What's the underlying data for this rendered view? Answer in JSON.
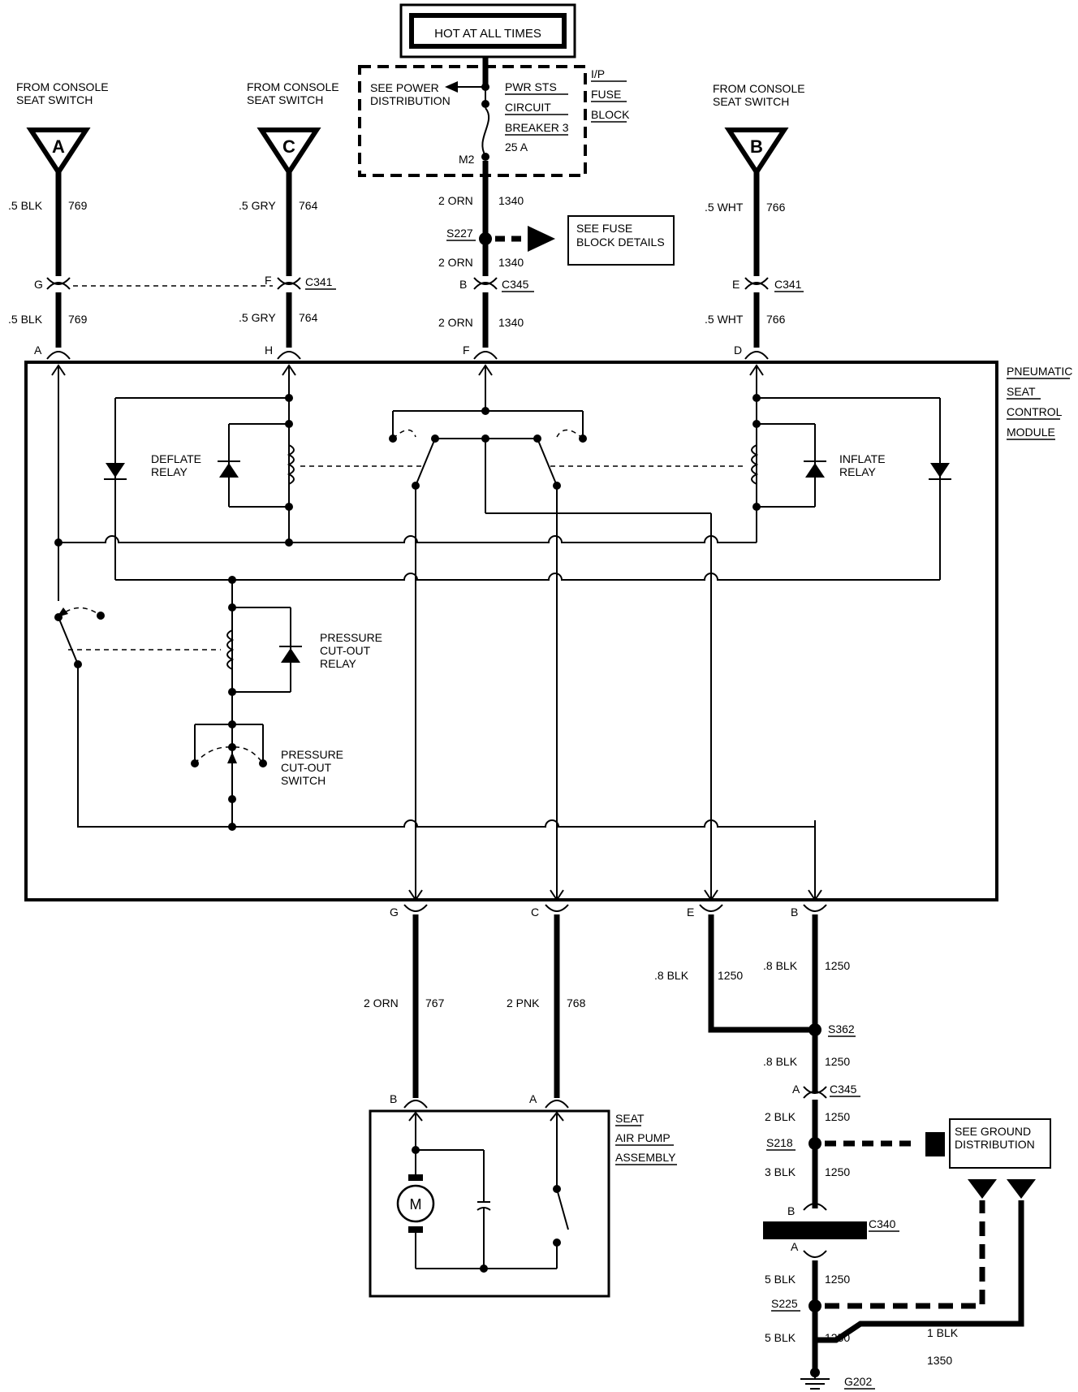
{
  "top": {
    "hot_label": "HOT AT ALL TIMES"
  },
  "fuse_block": {
    "see_power": [
      "SEE POWER",
      "DISTRIBUTION"
    ],
    "breaker": [
      "PWR STS",
      "CIRCUIT",
      "BREAKER 3",
      "25 A"
    ],
    "terminal": "M2",
    "block_label": [
      "I/P",
      "FUSE",
      "BLOCK"
    ]
  },
  "inputs": {
    "a": {
      "from": [
        "FROM CONSOLE",
        "SEAT SWITCH"
      ],
      "letter": "A",
      "wire_top": ".5 BLK",
      "circuit_top": "769",
      "conn_pin": "G",
      "wire_bot": ".5 BLK",
      "circuit_bot": "769",
      "module_pin": "A"
    },
    "c": {
      "from": [
        "FROM CONSOLE",
        "SEAT SWITCH"
      ],
      "letter": "C",
      "wire_top": ".5 GRY",
      "circuit_top": "764",
      "conn_pin": "F",
      "conn_name": "C341",
      "wire_bot": ".5 GRY",
      "circuit_bot": "764",
      "module_pin": "H"
    },
    "b": {
      "from": [
        "FROM CONSOLE",
        "SEAT SWITCH"
      ],
      "letter": "B",
      "wire_top": ".5 WHT",
      "circuit_top": "766",
      "conn_pin": "E",
      "conn_name": "C341",
      "wire_bot": ".5 WHT",
      "circuit_bot": "766",
      "module_pin": "D"
    }
  },
  "power_feed": {
    "wire1": "2 ORN",
    "circuit1": "1340",
    "splice": "S227",
    "see_fuse": [
      "SEE FUSE",
      "BLOCK DETAILS"
    ],
    "wire2": "2 ORN",
    "circuit2": "1340",
    "conn_pin": "B",
    "conn_name": "C345",
    "wire3": "2 ORN",
    "circuit3": "1340",
    "module_pin": "F"
  },
  "module": {
    "name": [
      "PNEUMATIC",
      "SEAT",
      "CONTROL",
      "MODULE"
    ],
    "deflate_relay": [
      "DEFLATE",
      "RELAY"
    ],
    "inflate_relay": [
      "INFLATE",
      "RELAY"
    ],
    "pressure_relay": [
      "PRESSURE",
      "CUT-OUT",
      "RELAY"
    ],
    "pressure_switch": [
      "PRESSURE",
      "CUT-OUT",
      "SWITCH"
    ]
  },
  "outputs": {
    "g": {
      "pin": "G",
      "wire": "2 ORN",
      "circuit": "767",
      "pump_pin": "B"
    },
    "c": {
      "pin": "C",
      "wire": "2 PNK",
      "circuit": "768",
      "pump_pin": "A"
    },
    "e": {
      "pin": "E",
      "wire": ".8 BLK",
      "circuit": "1250"
    },
    "b": {
      "pin": "B",
      "wire": ".8 BLK",
      "circuit": "1250"
    }
  },
  "pump": {
    "name": [
      "SEAT",
      "AIR PUMP",
      "ASSEMBLY"
    ],
    "motor": "M"
  },
  "ground": {
    "s362": "S362",
    "w1": ".8 BLK",
    "c1": "1250",
    "c345_pin": "A",
    "c345": "C345",
    "w2": "2 BLK",
    "c2": "1250",
    "s218": "S218",
    "see_ground": [
      "SEE GROUND",
      "DISTRIBUTION"
    ],
    "w3": "3 BLK",
    "c3": "1250",
    "c340_b": "B",
    "c340": "C340",
    "c340_a": "A",
    "w4": "5 BLK",
    "c4": "1250",
    "s225": "S225",
    "w5": "5 BLK",
    "c5": "1250",
    "w6": "1 BLK",
    "c6": "1350",
    "g202": "G202"
  }
}
